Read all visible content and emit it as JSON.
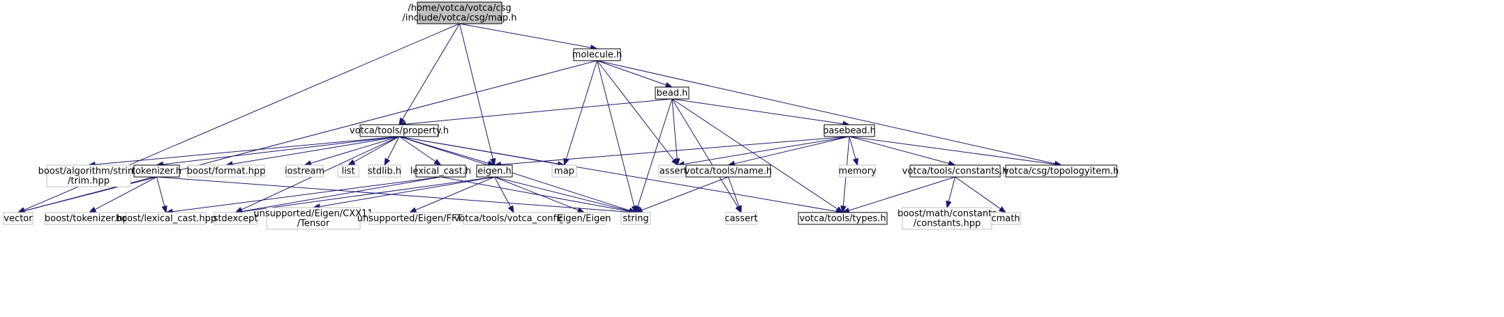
{
  "graph": {
    "nodes": [
      {
        "id": "map",
        "lines": [
          "/home/votca/votca/csg",
          "/include/votca/csg/map.h"
        ],
        "style": "root"
      },
      {
        "id": "vector",
        "lines": [
          "vector"
        ],
        "style": "ext"
      },
      {
        "id": "property",
        "lines": [
          "votca/tools/property.h"
        ],
        "style": "header"
      },
      {
        "id": "eigen",
        "lines": [
          "eigen.h"
        ],
        "style": "header"
      },
      {
        "id": "molecule",
        "lines": [
          "molecule.h"
        ],
        "style": "header"
      },
      {
        "id": "bead",
        "lines": [
          "bead.h"
        ],
        "style": "header"
      },
      {
        "id": "map_std",
        "lines": [
          "map"
        ],
        "style": "ext"
      },
      {
        "id": "string",
        "lines": [
          "string"
        ],
        "style": "ext"
      },
      {
        "id": "assert",
        "lines": [
          "assert.h"
        ],
        "style": "ext"
      },
      {
        "id": "topologyitem",
        "lines": [
          "votca/csg/topologyitem.h"
        ],
        "style": "header"
      },
      {
        "id": "basebead",
        "lines": [
          "basebead.h"
        ],
        "style": "header"
      },
      {
        "id": "cassert",
        "lines": [
          "cassert"
        ],
        "style": "ext"
      },
      {
        "id": "types",
        "lines": [
          "votca/tools/types.h"
        ],
        "style": "header"
      },
      {
        "id": "boost_trim",
        "lines": [
          "boost/algorithm/string",
          "/trim.hpp"
        ],
        "style": "ext"
      },
      {
        "id": "tokenizer",
        "lines": [
          "tokenizer.h"
        ],
        "style": "header"
      },
      {
        "id": "boost_format",
        "lines": [
          "boost/format.hpp"
        ],
        "style": "ext"
      },
      {
        "id": "iostream",
        "lines": [
          "iostream"
        ],
        "style": "ext"
      },
      {
        "id": "list",
        "lines": [
          "list"
        ],
        "style": "ext"
      },
      {
        "id": "stdlib",
        "lines": [
          "stdlib.h"
        ],
        "style": "ext"
      },
      {
        "id": "lexical_cast",
        "lines": [
          "lexical_cast.h"
        ],
        "style": "header"
      },
      {
        "id": "stdexcept",
        "lines": [
          "stdexcept"
        ],
        "style": "ext"
      },
      {
        "id": "boost_tokenizer",
        "lines": [
          "boost/tokenizer.hpp"
        ],
        "style": "ext"
      },
      {
        "id": "boost_lexical",
        "lines": [
          "boost/lexical_cast.hpp"
        ],
        "style": "ext"
      },
      {
        "id": "tensor",
        "lines": [
          "unsupported/Eigen/CXX11",
          "/Tensor"
        ],
        "style": "ext"
      },
      {
        "id": "fft",
        "lines": [
          "unsupported/Eigen/FFT"
        ],
        "style": "ext"
      },
      {
        "id": "votca_config",
        "lines": [
          "votca/tools/votca_config.h"
        ],
        "style": "ext"
      },
      {
        "id": "eigen_eigen",
        "lines": [
          "Eigen/Eigen"
        ],
        "style": "ext"
      },
      {
        "id": "name",
        "lines": [
          "votca/tools/name.h"
        ],
        "style": "header"
      },
      {
        "id": "memory",
        "lines": [
          "memory"
        ],
        "style": "ext"
      },
      {
        "id": "constants",
        "lines": [
          "votca/tools/constants.h"
        ],
        "style": "header"
      },
      {
        "id": "boost_constants",
        "lines": [
          "boost/math/constants",
          "/constants.hpp"
        ],
        "style": "ext"
      },
      {
        "id": "cmath",
        "lines": [
          "cmath"
        ],
        "style": "ext"
      }
    ],
    "edges": [
      [
        "map",
        "vector"
      ],
      [
        "map",
        "property"
      ],
      [
        "map",
        "eigen"
      ],
      [
        "map",
        "molecule"
      ],
      [
        "molecule",
        "vector"
      ],
      [
        "molecule",
        "map_std"
      ],
      [
        "molecule",
        "string"
      ],
      [
        "molecule",
        "assert"
      ],
      [
        "molecule",
        "bead"
      ],
      [
        "molecule",
        "topologyitem"
      ],
      [
        "bead",
        "property"
      ],
      [
        "bead",
        "string"
      ],
      [
        "bead",
        "assert"
      ],
      [
        "bead",
        "cassert"
      ],
      [
        "bead",
        "types"
      ],
      [
        "bead",
        "basebead"
      ],
      [
        "property",
        "boost_trim"
      ],
      [
        "property",
        "tokenizer"
      ],
      [
        "property",
        "boost_format"
      ],
      [
        "property",
        "iostream"
      ],
      [
        "property",
        "list"
      ],
      [
        "property",
        "stdlib"
      ],
      [
        "property",
        "lexical_cast"
      ],
      [
        "property",
        "eigen"
      ],
      [
        "property",
        "map_std"
      ],
      [
        "property",
        "string"
      ],
      [
        "property",
        "stdexcept"
      ],
      [
        "property",
        "types"
      ],
      [
        "basebead",
        "eigen"
      ],
      [
        "basebead",
        "assert"
      ],
      [
        "basebead",
        "name"
      ],
      [
        "basebead",
        "memory"
      ],
      [
        "basebead",
        "types"
      ],
      [
        "basebead",
        "constants"
      ],
      [
        "basebead",
        "topologyitem"
      ],
      [
        "tokenizer",
        "vector"
      ],
      [
        "tokenizer",
        "boost_tokenizer"
      ],
      [
        "tokenizer",
        "boost_lexical"
      ],
      [
        "tokenizer",
        "string"
      ],
      [
        "lexical_cast",
        "boost_lexical"
      ],
      [
        "lexical_cast",
        "stdexcept"
      ],
      [
        "lexical_cast",
        "string"
      ],
      [
        "eigen",
        "tensor"
      ],
      [
        "eigen",
        "fft"
      ],
      [
        "eigen",
        "votca_config"
      ],
      [
        "eigen",
        "eigen_eigen"
      ],
      [
        "eigen",
        "stdexcept"
      ],
      [
        "eigen",
        "string"
      ],
      [
        "name",
        "string"
      ],
      [
        "name",
        "cassert"
      ],
      [
        "constants",
        "boost_constants"
      ],
      [
        "constants",
        "cmath"
      ],
      [
        "constants",
        "types"
      ]
    ]
  }
}
